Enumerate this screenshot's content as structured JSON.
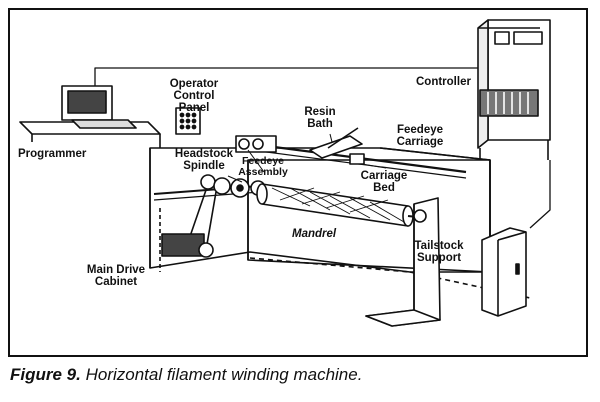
{
  "diagram": {
    "labels": {
      "operator_panel": "Operator\nControl Panel",
      "controller": "Controller",
      "resin_bath": "Resin\nBath",
      "feedeye_carriage": "Feedeye\nCarriage",
      "programmer": "Programmer",
      "headstock_spindle": "Headstock\nSpindle",
      "feedeye_assembly": "Feedeye\nAssembly",
      "carriage_bed": "Carriage\nBed",
      "mandrel": "Mandrel",
      "tailstock_support": "Tailstock\nSupport",
      "main_drive_cabinet": "Main Drive\nCabinet"
    }
  },
  "caption": {
    "figure_label": "Figure 9.",
    "text": " Horizontal filament winding machine."
  }
}
